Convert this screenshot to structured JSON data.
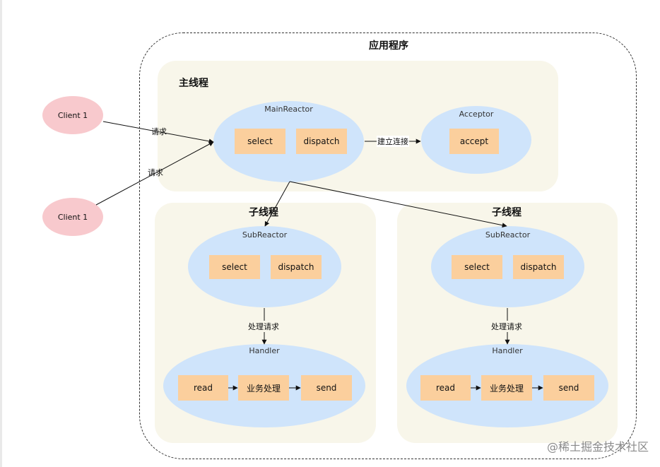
{
  "app": {
    "title": "应用程序"
  },
  "main_thread": {
    "title": "主线程",
    "main_reactor": {
      "title": "MainReactor",
      "select": "select",
      "dispatch": "dispatch"
    },
    "acceptor": {
      "title": "Acceptor",
      "accept": "accept"
    },
    "connect_label": "建立连接"
  },
  "clients": [
    {
      "label": "Client 1",
      "request": "请求"
    },
    {
      "label": "Client 1",
      "request": "请求"
    }
  ],
  "sub_threads": [
    {
      "title": "子线程",
      "sub_reactor": {
        "title": "SubReactor",
        "select": "select",
        "dispatch": "dispatch"
      },
      "process_label": "处理请求",
      "handler": {
        "title": "Handler",
        "read": "read",
        "business": "业务处理",
        "send": "send"
      }
    },
    {
      "title": "子线程",
      "sub_reactor": {
        "title": "SubReactor",
        "select": "select",
        "dispatch": "dispatch"
      },
      "process_label": "处理请求",
      "handler": {
        "title": "Handler",
        "read": "read",
        "business": "业务处理",
        "send": "send"
      }
    }
  ],
  "watermark": "@稀土掘金技术社区"
}
